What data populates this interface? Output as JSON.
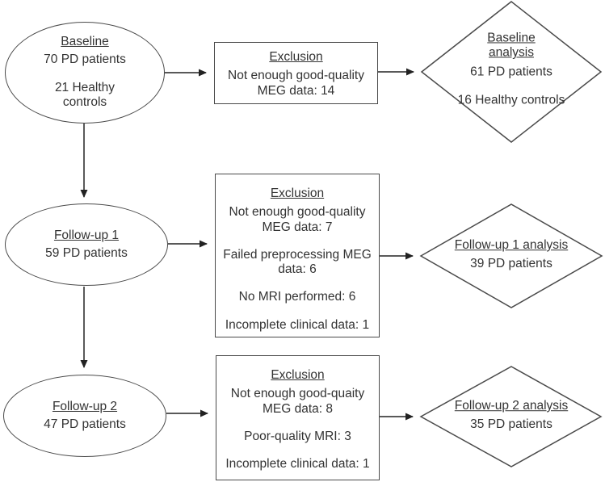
{
  "colors": {
    "line": "#4a4a4a",
    "text": "#333333",
    "background": "#ffffff"
  },
  "flowchart": {
    "stages": [
      {
        "title": "Baseline",
        "line1": "70 PD patients",
        "line2": "21 Healthy controls"
      },
      {
        "title": "Follow-up 1",
        "line1": "59 PD patients"
      },
      {
        "title": "Follow-up 2",
        "line1": "47 PD patients"
      }
    ],
    "exclusions": [
      {
        "title": "Exclusion",
        "items": [
          "Not enough good-quality MEG data: 14"
        ]
      },
      {
        "title": "Exclusion",
        "items": [
          "Not enough good-quality MEG data: 7",
          "Failed preprocessing MEG data: 6",
          "No MRI performed: 6",
          "Incomplete clinical data: 1"
        ]
      },
      {
        "title": "Exclusion",
        "items": [
          "Not enough good-quaity MEG data: 8",
          "Poor-quality MRI: 3",
          "Incomplete clinical data: 1"
        ]
      }
    ],
    "analyses": [
      {
        "title": "Baseline analysis",
        "line1": "61 PD patients",
        "line2": "16 Healthy controls"
      },
      {
        "title": "Follow-up 1 analysis",
        "line1": "39 PD patients"
      },
      {
        "title": "Follow-up 2 analysis",
        "line1": "35 PD patients"
      }
    ]
  }
}
